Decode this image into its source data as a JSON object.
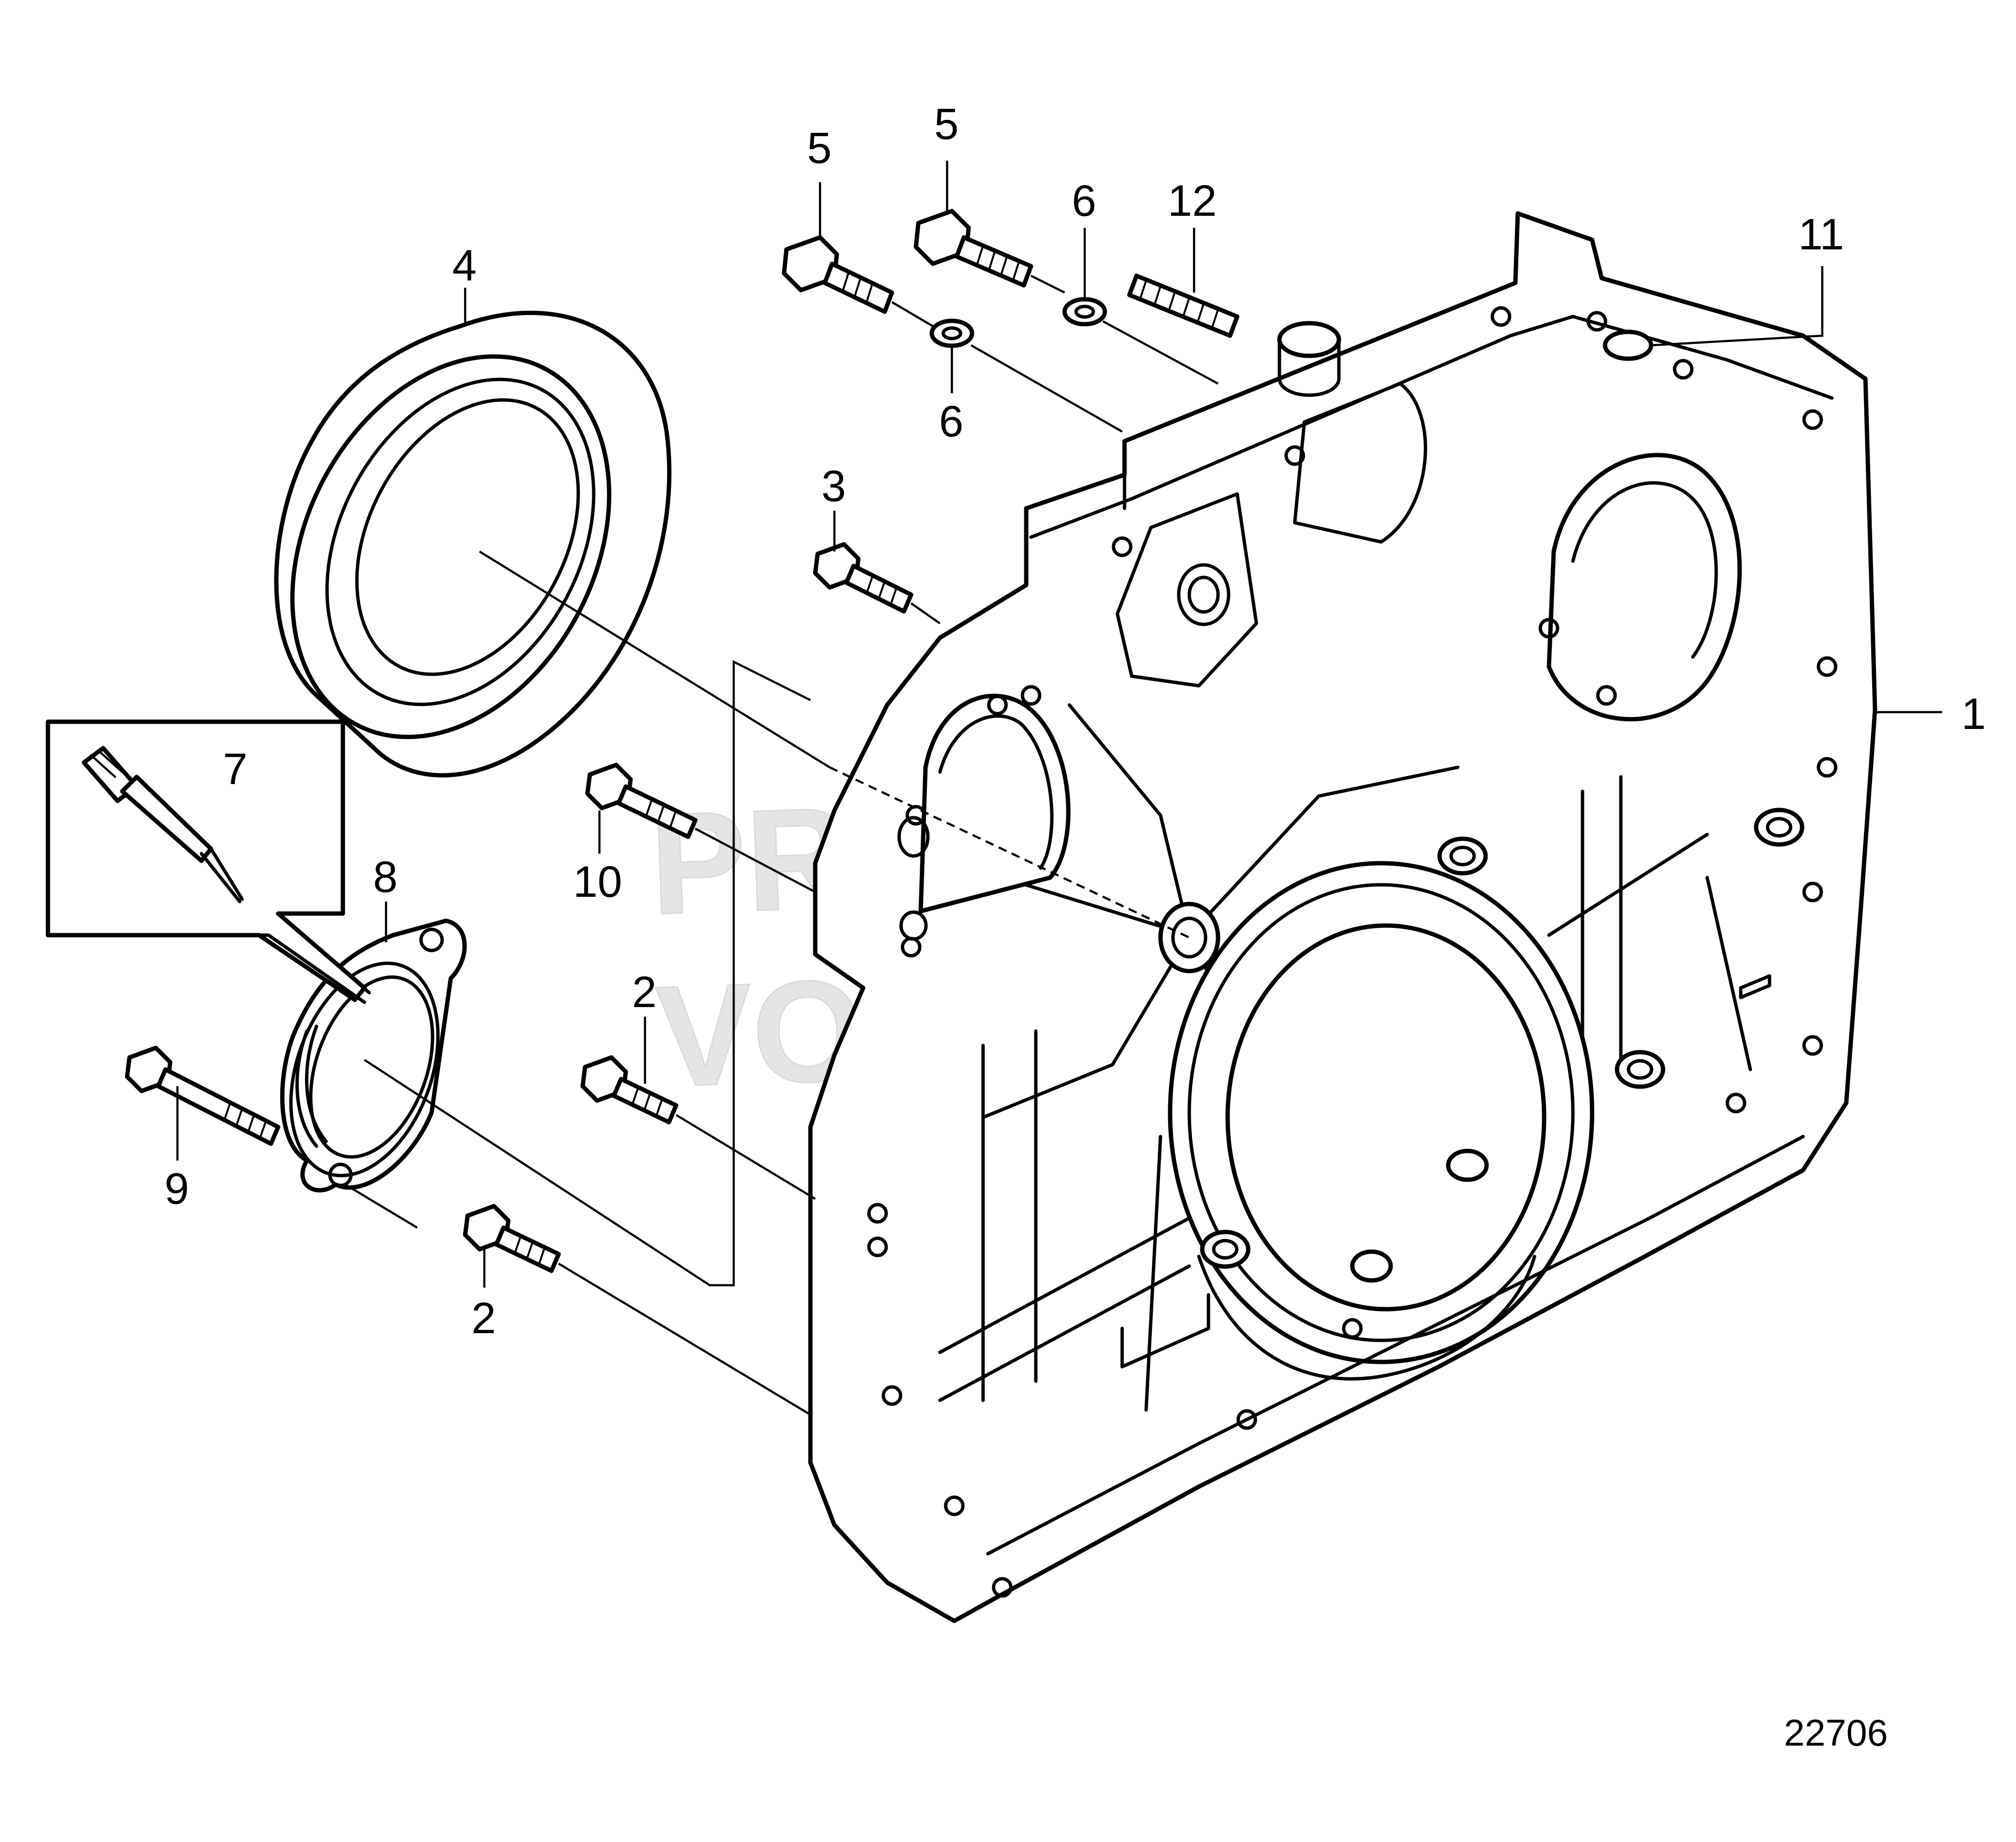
{
  "diagram": {
    "reference_number": "22706",
    "watermark_lines": [
      "PROPERTY OF",
      "VOLVO PENTA"
    ],
    "callouts": {
      "c1": "1",
      "c2a": "2",
      "c2b": "2",
      "c3": "3",
      "c4": "4",
      "c5a": "5",
      "c5b": "5",
      "c6a": "6",
      "c6b": "6",
      "c7": "7",
      "c8": "8",
      "c9": "9",
      "c10": "10",
      "c11": "11",
      "c12": "12"
    }
  }
}
